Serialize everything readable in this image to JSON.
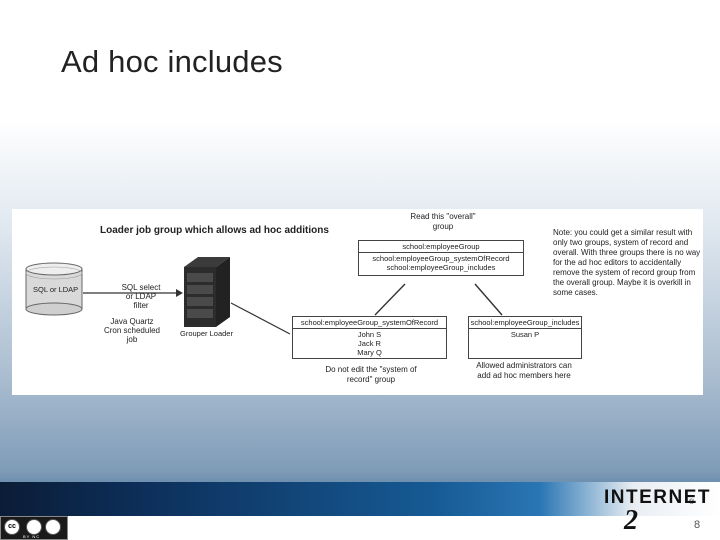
{
  "slide": {
    "title": "Ad hoc includes",
    "page_number": "8"
  },
  "diagram": {
    "heading": "Loader job group which allows ad hoc additions",
    "database_label": "SQL or LDAP",
    "sql_select_label": "SQL select or LDAP filter",
    "cron_label": "Java Quartz Cron scheduled job",
    "server_label": "Grouper Loader",
    "read_overall_label": "Read this \"overall\" group",
    "overall_group": {
      "header": "school:employeeGroup",
      "members": [
        "school:employeeGroup_systemOfRecord",
        "school:employeeGroup_includes"
      ]
    },
    "system_of_record_group": {
      "header": "school:employeeGroup_systemOfRecord",
      "members": [
        "John S",
        "Jack R",
        "Mary Q"
      ]
    },
    "includes_group": {
      "header": "school:employeeGroup_includes",
      "members": [
        "Susan P"
      ]
    },
    "do_not_edit_note": "Do not edit the \"system of record\" group",
    "allowed_admins_note": "Allowed administrators can add ad hoc members here",
    "side_note": "Note: you could get a similar result with only two groups, system of record and overall. With three groups there is no way for the ad hoc editors to accidentally remove the system of record group from the overall group. Maybe it is overkill in some cases."
  },
  "footer": {
    "cc_label": "BY  NC",
    "logo_text": "INTERNET",
    "logo_mark": "2",
    "logo_reg": "®"
  }
}
